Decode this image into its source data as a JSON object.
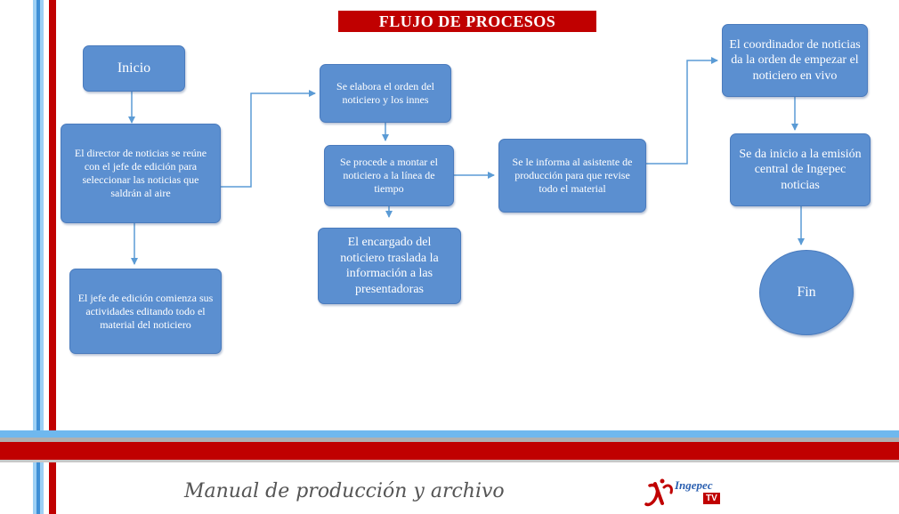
{
  "title": "FLUJO DE PROCESOS",
  "nodes": {
    "inicio": "Inicio",
    "director": "El director de noticias se reúne con el jefe de edición para seleccionar las noticias que saldrán al aire",
    "jefe_edicion": "El jefe de edición comienza sus actividades editando todo el material del noticiero",
    "elabora_orden": "Se elabora el orden del noticiero y los innes",
    "montar": "Se procede a montar el noticiero a la línea de tiempo",
    "encargado": "El encargado del noticiero traslada la información a las presentadoras",
    "asistente": "Se le informa al asistente de producción para que revise todo el material",
    "coordinador": "El coordinador de noticias da la orden de empezar el noticiero en vivo",
    "emision": "Se da inicio a la emisión central de Ingepec noticias",
    "fin": "Fin"
  },
  "footer": {
    "text": "Manual de producción y archivo",
    "logo_text": "Ingepec",
    "logo_tv": "TV"
  },
  "colors": {
    "node_fill": "#5b8fd0",
    "arrow": "#5b9bd5",
    "title_bg": "#c00000",
    "accent_red": "#c00000",
    "accent_blue": "#5aa9e6"
  }
}
